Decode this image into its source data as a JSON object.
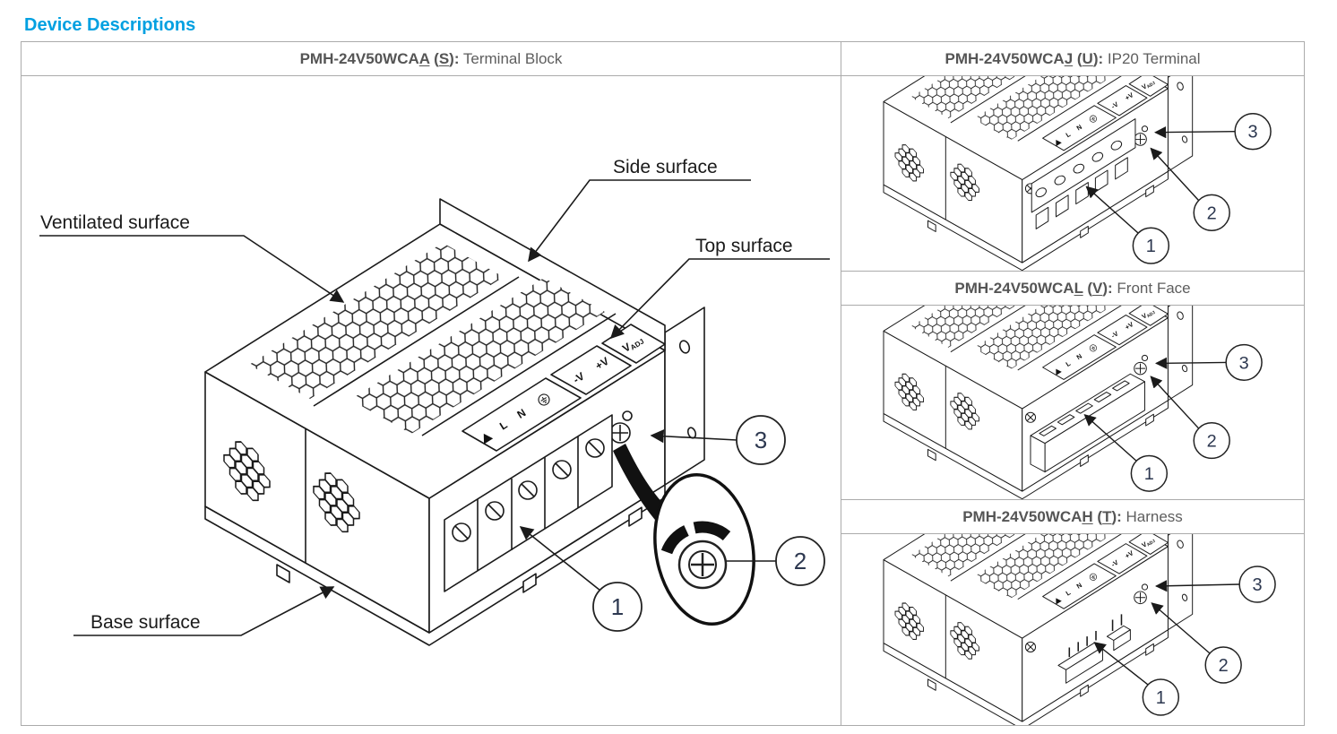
{
  "page": {
    "title": "Device Descriptions"
  },
  "colors": {
    "accent": "#00A0E1",
    "header_text": "#5a5a5a",
    "line": "#1a1a1a",
    "border": "#ababab"
  },
  "main_panel": {
    "header": {
      "prefix": "PMH-24V50WCA",
      "variant_letter": "A",
      "code_letter": "S",
      "description": "Terminal Block"
    },
    "surface_labels": {
      "ventilated": "Ventilated surface",
      "side": "Side surface",
      "top": "Top surface",
      "base": "Base surface"
    },
    "callouts": [
      "1",
      "2",
      "3"
    ]
  },
  "side_panels": [
    {
      "header": {
        "prefix": "PMH-24V50WCA",
        "variant_letter": "J",
        "code_letter": "U",
        "description": "IP20 Terminal"
      },
      "callouts": [
        "1",
        "2",
        "3"
      ]
    },
    {
      "header": {
        "prefix": "PMH-24V50WCA",
        "variant_letter": "L",
        "code_letter": "V",
        "description": "Front Face"
      },
      "callouts": [
        "1",
        "2",
        "3"
      ]
    },
    {
      "header": {
        "prefix": "PMH-24V50WCA",
        "variant_letter": "H",
        "code_letter": "T",
        "description": "Harness"
      },
      "callouts": [
        "1",
        "2",
        "3"
      ]
    }
  ],
  "terminal_strip": {
    "live": "L",
    "neutral": "N",
    "negative": "-V",
    "positive": "+V",
    "adjust_main": "V",
    "adjust_sub": "ADJ"
  }
}
